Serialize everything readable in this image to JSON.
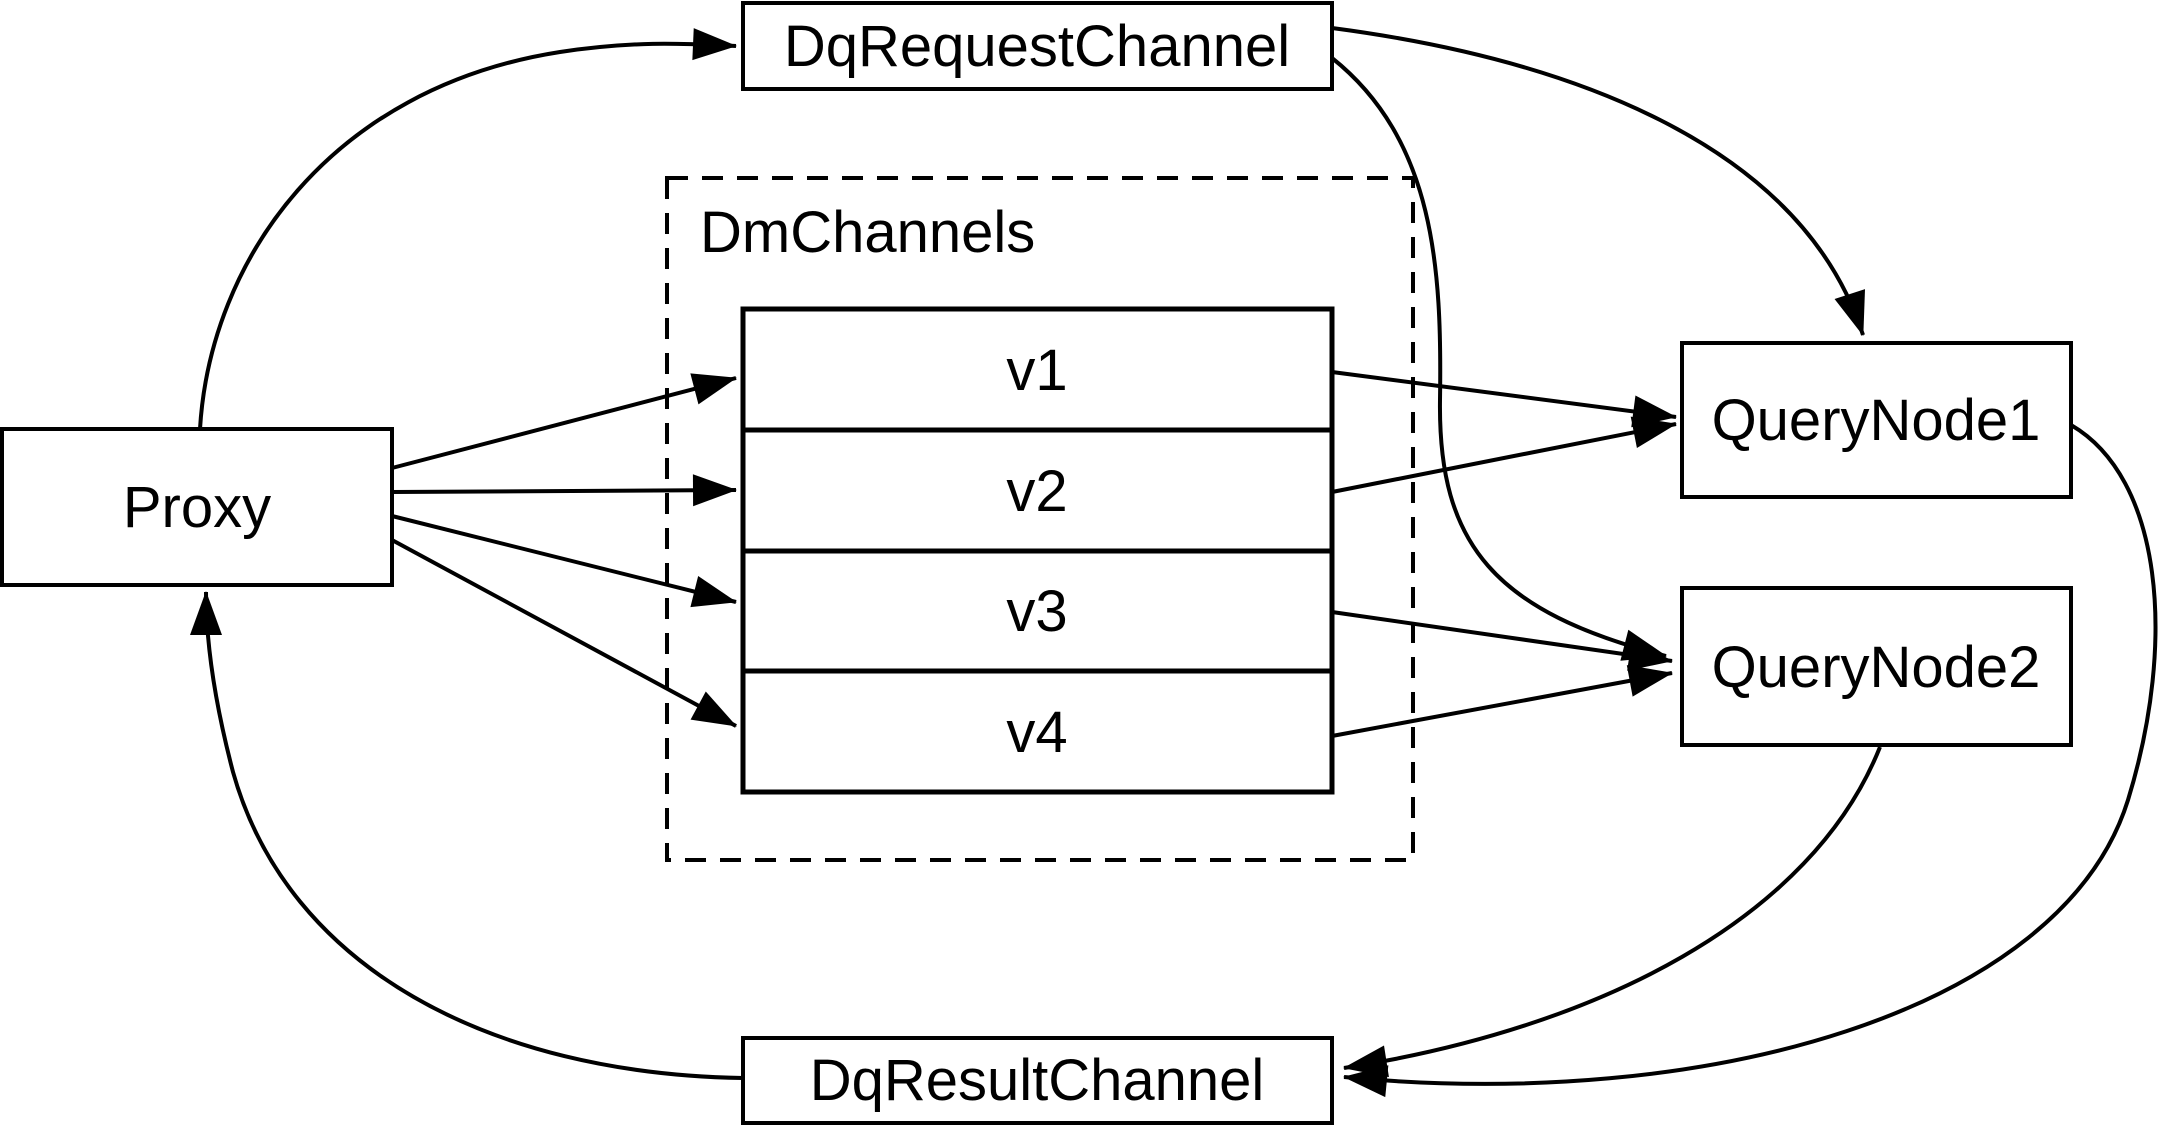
{
  "diagram": {
    "colors": {
      "stroke": "#000000",
      "background": "#ffffff"
    },
    "nodes": {
      "proxy": {
        "label": "Proxy"
      },
      "dq_request_channel": {
        "label": "DqRequestChannel"
      },
      "dm_channels": {
        "label": "DmChannels",
        "channels": [
          {
            "label": "v1"
          },
          {
            "label": "v2"
          },
          {
            "label": "v3"
          },
          {
            "label": "v4"
          }
        ]
      },
      "query_node_1": {
        "label": "QueryNode1"
      },
      "query_node_2": {
        "label": "QueryNode2"
      },
      "dq_result_channel": {
        "label": "DqResultChannel"
      }
    },
    "edges": [
      {
        "from": "Proxy",
        "to": "DqRequestChannel"
      },
      {
        "from": "Proxy",
        "to": "v1"
      },
      {
        "from": "Proxy",
        "to": "v2"
      },
      {
        "from": "Proxy",
        "to": "v3"
      },
      {
        "from": "Proxy",
        "to": "v4"
      },
      {
        "from": "v1",
        "to": "QueryNode1"
      },
      {
        "from": "v2",
        "to": "QueryNode1"
      },
      {
        "from": "v3",
        "to": "QueryNode2"
      },
      {
        "from": "v4",
        "to": "QueryNode2"
      },
      {
        "from": "DqRequestChannel",
        "to": "QueryNode1"
      },
      {
        "from": "DqRequestChannel",
        "to": "QueryNode2"
      },
      {
        "from": "QueryNode1",
        "to": "DqResultChannel"
      },
      {
        "from": "QueryNode2",
        "to": "DqResultChannel"
      },
      {
        "from": "DqResultChannel",
        "to": "Proxy"
      }
    ]
  }
}
